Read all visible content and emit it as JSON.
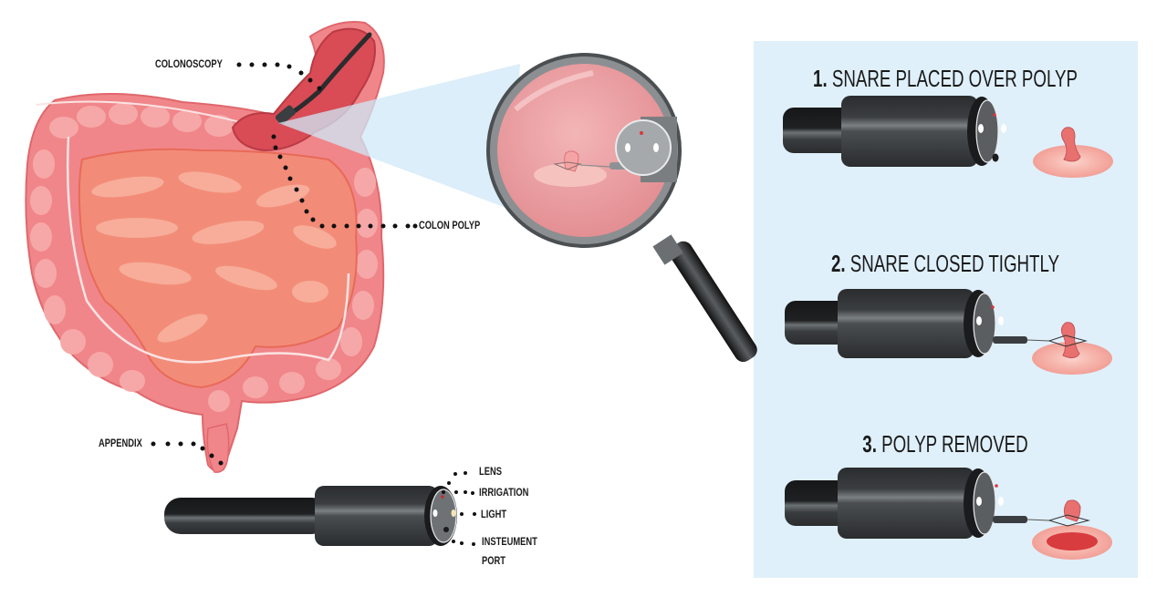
{
  "diagram": {
    "title_implied": "Colonoscopy polyp removal",
    "anatomy_labels": {
      "colonoscopy": "COLONOSCOPY",
      "colon_polyp": "COLON POLYP",
      "appendix": "APPENDIX"
    },
    "scope_tip_labels": {
      "lens": "LENS",
      "irrigation": "IRRIGATION",
      "light": "LIGHT",
      "instrument_port_line1": "INSTEUMENT",
      "instrument_port_line2": "PORT"
    },
    "steps": [
      {
        "number": "1.",
        "text": "SNARE PLACED OVER POLYP"
      },
      {
        "number": "2.",
        "text": "SNARE CLOSED TIGHTLY"
      },
      {
        "number": "3.",
        "text": "POLYP REMOVED"
      }
    ],
    "colors": {
      "panel_bg": "#dff0fb",
      "colon_outer": "#f0868a",
      "colon_light": "#f6a8a8",
      "small_intestine": "#f28c78",
      "small_intestine_light": "#f7ad9a",
      "scope_dark": "#2e3133",
      "scope_mid": "#4a4e51",
      "scope_highlight": "#7b8083",
      "polyp": "#e8716f",
      "polyp_base": "#f6b3aa",
      "lens_glass": "#eea3a6",
      "text": "#1a1a1a"
    }
  }
}
